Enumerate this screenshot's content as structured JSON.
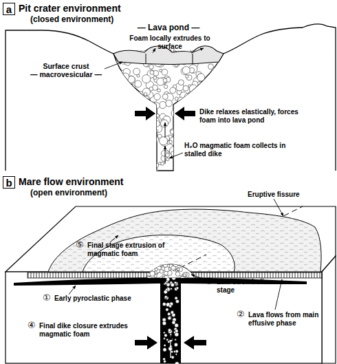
{
  "diagram": {
    "nodes": [
      {
        "text": [
          "a"
        ]
      },
      {
        "text": [
          "b"
        ]
      }
    ],
    "labels": [
      "Pit crater environment",
      "(closed environment)",
      "— Lava pond —",
      "Foam locally extrudes to surface",
      "Surface crust",
      "— macrovesicular —",
      "Dike relaxes elastically, forces foam into lava pond",
      "H₂O magmatic foam collects in stalled dike",
      "Mare flow environment",
      "(open environment)",
      "Eruptive fissure",
      "⑤",
      "Final stage extrusion of magmatic foam",
      "①",
      "Early pyroclastic phase",
      "③",
      "Late strombolian stage",
      "④",
      "Final dike closure extrudes magmatic foam",
      "②",
      "Lava flows from main effusive phase"
    ]
  }
}
